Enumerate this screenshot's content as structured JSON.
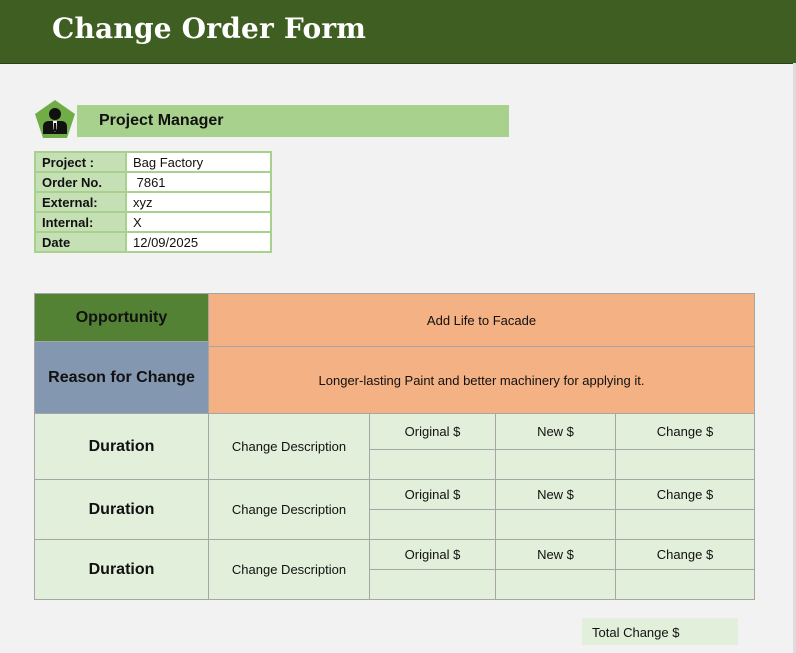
{
  "form": {
    "title": "Change Order Form"
  },
  "project_manager": {
    "label": "Project Manager",
    "icon": "person-tie-icon"
  },
  "info": [
    {
      "label": "Project :",
      "value": "Bag Factory"
    },
    {
      "label": "Order No.",
      "value": " 7861"
    },
    {
      "label": "External:",
      "value": "xyz"
    },
    {
      "label": "Internal:",
      "value": "X"
    },
    {
      "label": "Date",
      "value": "12/09/2025"
    }
  ],
  "opportunity": {
    "label": "Opportunity",
    "value": "Add Life  to Facade"
  },
  "reason": {
    "label": "Reason for Change",
    "value": "Longer-lasting Paint and better machinery for applying it."
  },
  "rows": [
    {
      "duration": "Duration",
      "description": "Change Description",
      "original": "Original $",
      "new": "New $",
      "change": "Change $"
    },
    {
      "duration": "Duration",
      "description": "Change Description",
      "original": "Original $",
      "new": "New $",
      "change": "Change $"
    },
    {
      "duration": "Duration",
      "description": "Change Description",
      "original": "Original $",
      "new": "New $",
      "change": "Change $"
    }
  ],
  "total": {
    "label": "Total Change $"
  },
  "colors": {
    "header": "#3f5f22",
    "opportunity": "#548235",
    "reason": "#8497b0",
    "peach": "#f4b183",
    "light_green": "#e2efda",
    "mid_green": "#a9d18e"
  }
}
